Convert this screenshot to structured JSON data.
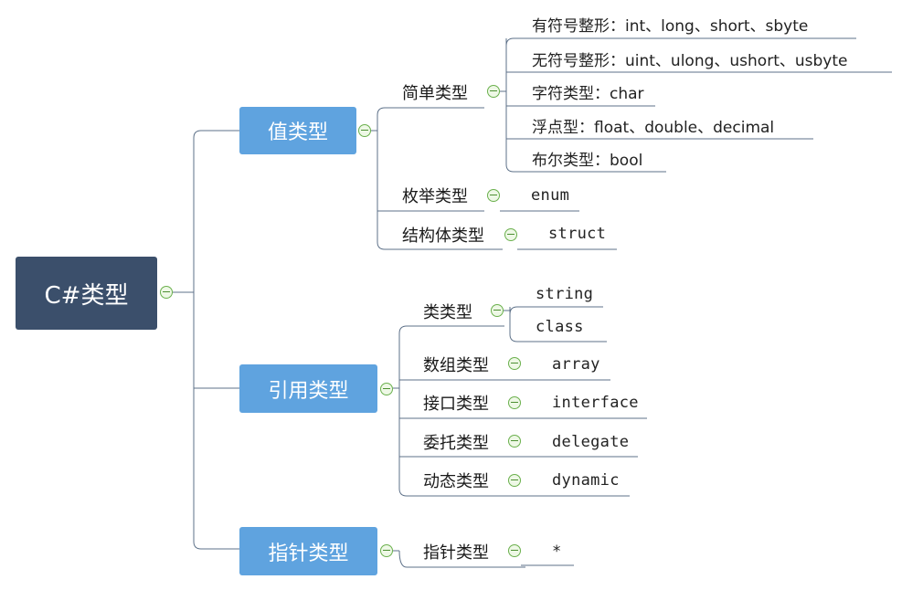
{
  "diagram": {
    "type": "mind-map",
    "colors": {
      "root_fill": "#3b4f6b",
      "branch_fill": "#5fa3df",
      "line": "#5e7189",
      "toggle": "#6ab04c"
    },
    "root": {
      "label": "C#类型",
      "children": [
        {
          "label": "值类型",
          "children": [
            {
              "label": "简单类型",
              "children": [
                "有符号整形：int、long、short、sbyte",
                "无符号整形：uint、ulong、ushort、usbyte",
                "字符类型：char",
                "浮点型：float、double、decimal",
                "布尔类型：bool"
              ]
            },
            {
              "label": "枚举类型",
              "children": [
                "enum"
              ]
            },
            {
              "label": "结构体类型",
              "children": [
                "struct"
              ]
            }
          ]
        },
        {
          "label": "引用类型",
          "children": [
            {
              "label": "类类型",
              "children": [
                "string",
                "class"
              ]
            },
            {
              "label": "数组类型",
              "children": [
                "array"
              ]
            },
            {
              "label": "接口类型",
              "children": [
                "interface"
              ]
            },
            {
              "label": "委托类型",
              "children": [
                "delegate"
              ]
            },
            {
              "label": "动态类型",
              "children": [
                "dynamic"
              ]
            }
          ]
        },
        {
          "label": "指针类型",
          "children": [
            {
              "label": "指针类型",
              "children": [
                "*"
              ]
            }
          ]
        }
      ]
    }
  }
}
